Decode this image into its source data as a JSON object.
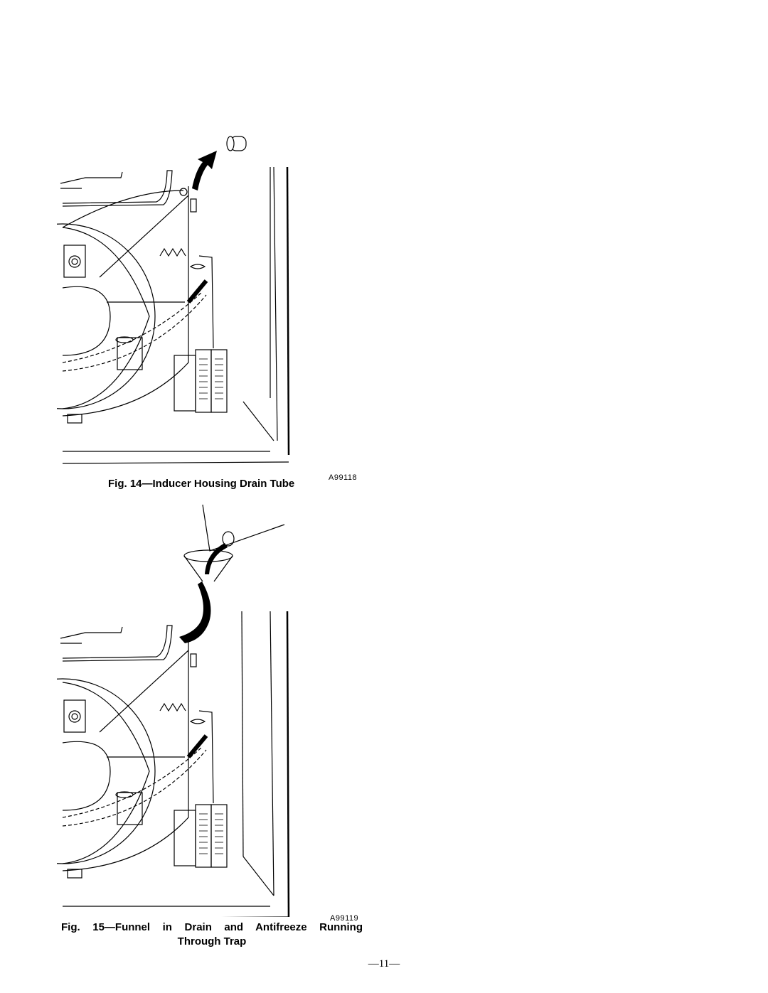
{
  "figures": [
    {
      "number_label": "Fig. 14—Inducer Housing Drain Tube",
      "id_code": "A99118"
    },
    {
      "caption_line1": "Fig.  15—Funnel  in  Drain  and  Antifreeze  Running",
      "caption_line2": "Through Trap",
      "id_code": "A99119"
    }
  ],
  "page": {
    "number": "—11—"
  }
}
